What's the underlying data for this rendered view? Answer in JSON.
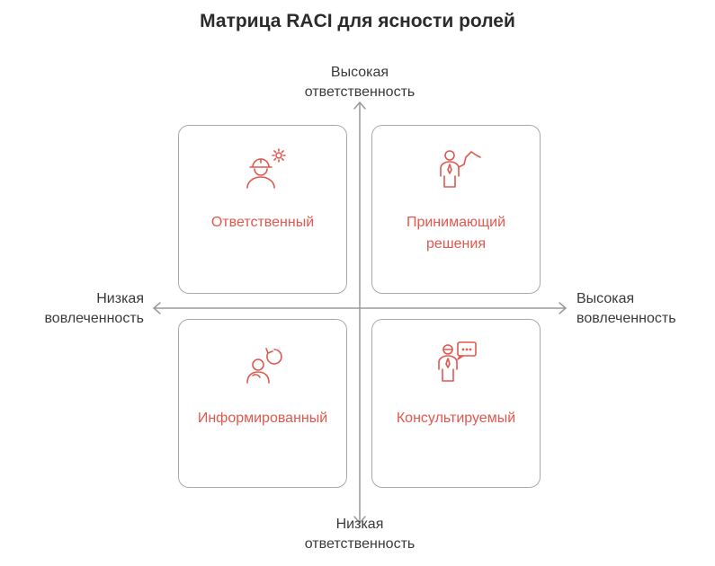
{
  "title": "Матрица RACI для ясности ролей",
  "axes": {
    "top": [
      "Высокая",
      "ответственность"
    ],
    "bottom": [
      "Низкая",
      "ответственность"
    ],
    "left": [
      "Низкая",
      "вовлеченность"
    ],
    "right": [
      "Высокая",
      "вовлеченность"
    ]
  },
  "quadrants": {
    "top_left": {
      "label": [
        "Ответственный"
      ],
      "icon": "worker-gear-icon"
    },
    "top_right": {
      "label": [
        "Принимающий",
        "решения"
      ],
      "icon": "person-decision-icon"
    },
    "bottom_left": {
      "label": [
        "Информированный"
      ],
      "icon": "person-refresh-icon"
    },
    "bottom_right": {
      "label": [
        "Консультируемый"
      ],
      "icon": "person-chat-icon"
    }
  },
  "colors": {
    "accent": "#e0584e",
    "axis": "#9a9a9a",
    "border": "#a9a9a9"
  }
}
